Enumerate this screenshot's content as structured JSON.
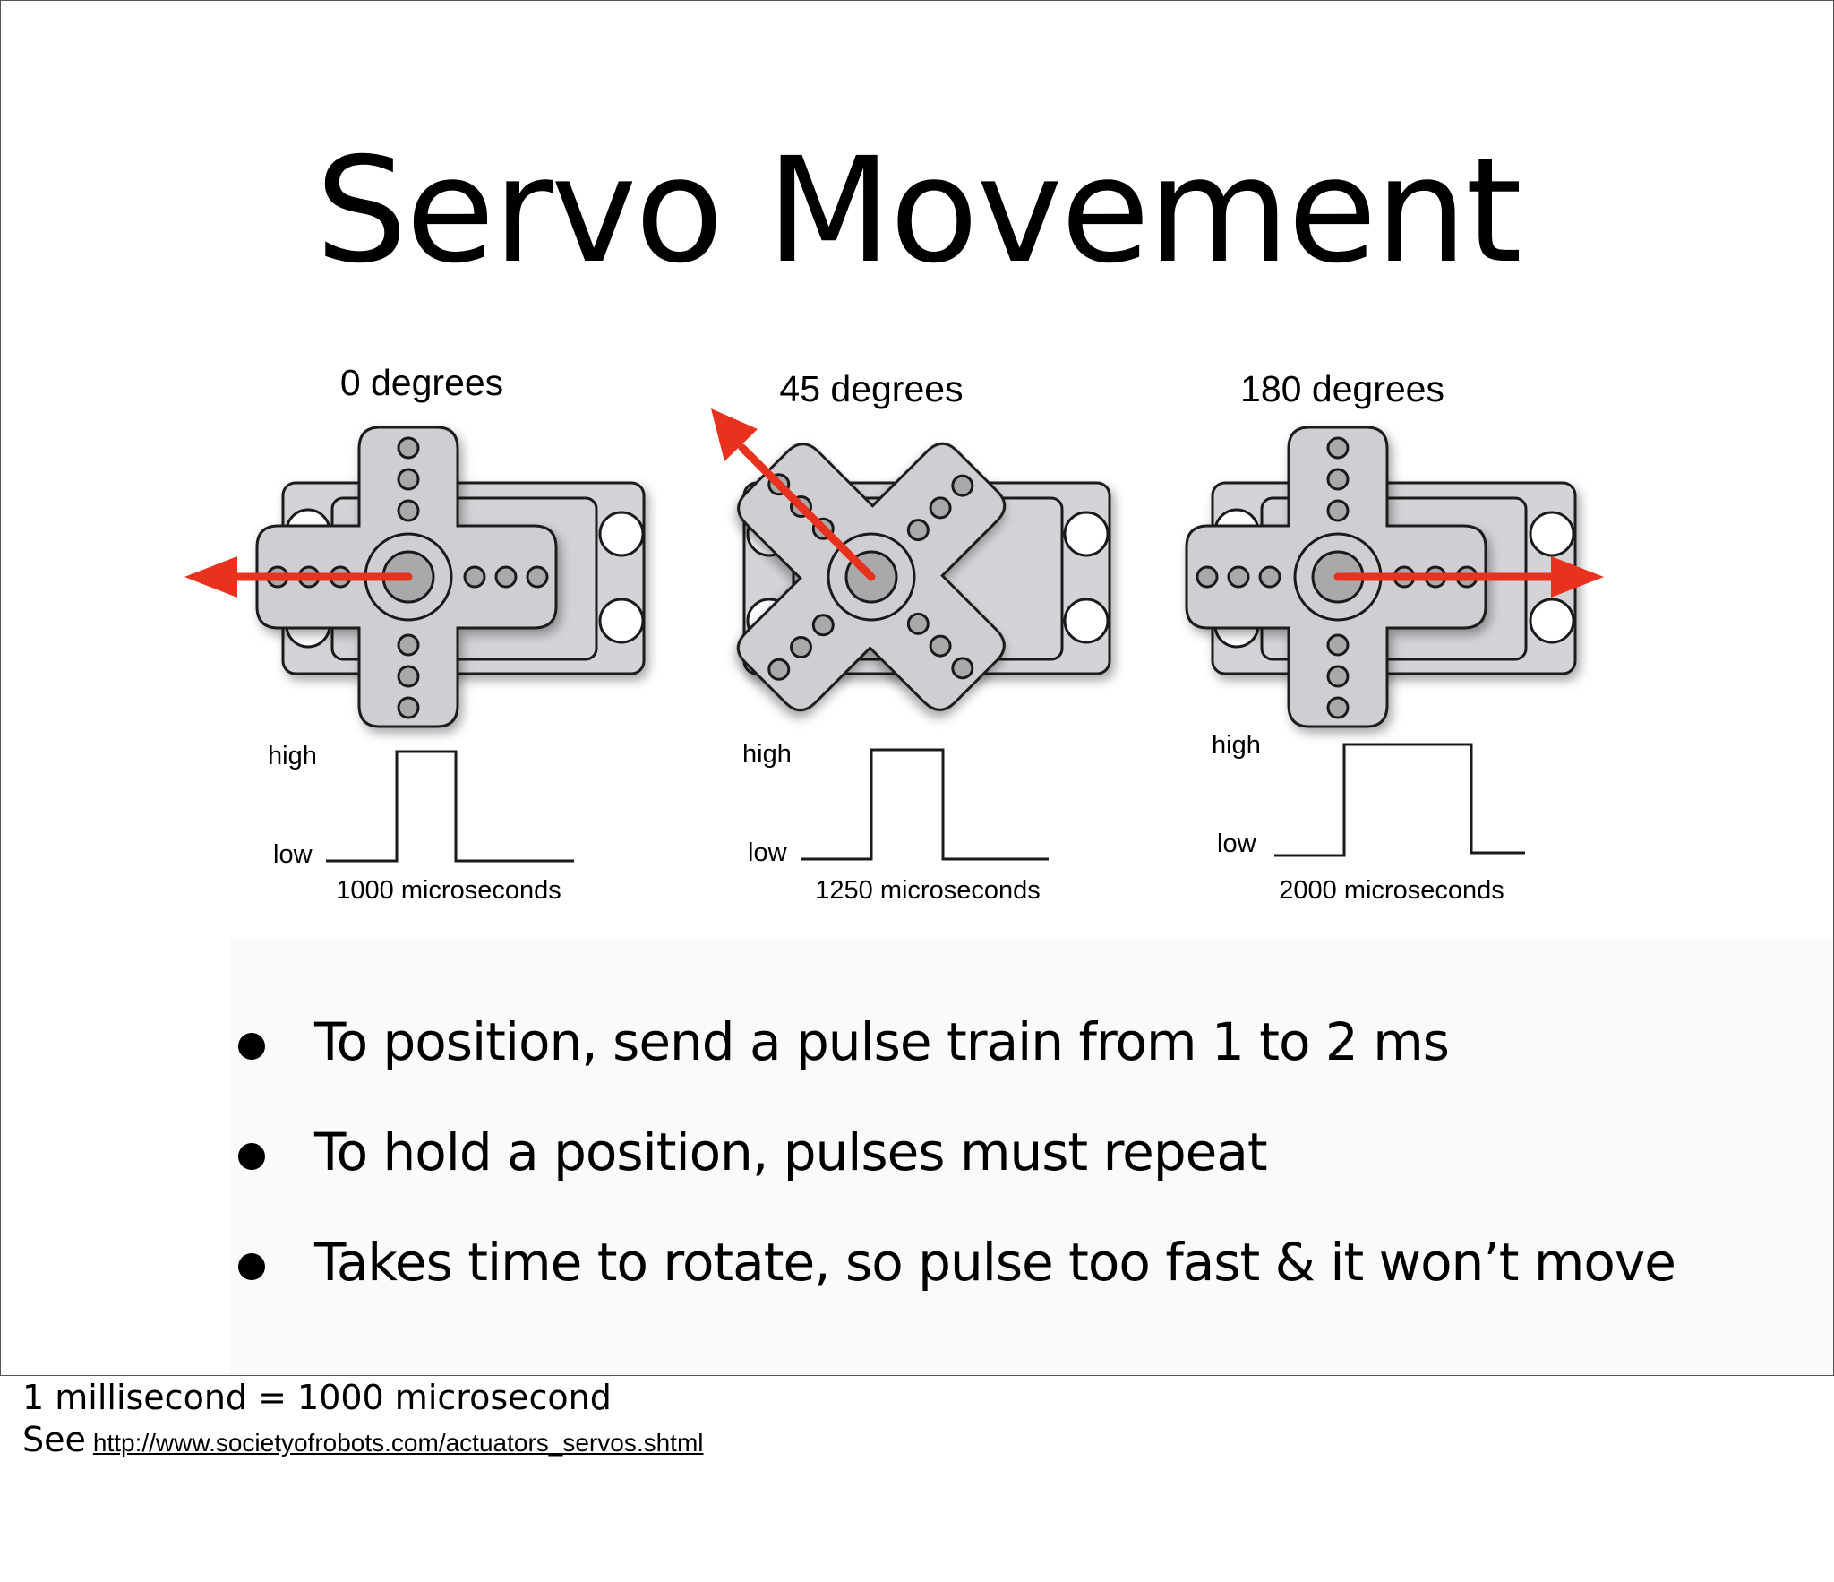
{
  "slide": {
    "title": "Servo Movement"
  },
  "servos": [
    {
      "angle_label": "0 degrees",
      "high_label": "high",
      "low_label": "low",
      "duration_label": "1000 microseconds",
      "rotation_deg": 0,
      "pointer": "left"
    },
    {
      "angle_label": "45 degrees",
      "high_label": "high",
      "low_label": "low",
      "duration_label": "1250 microseconds",
      "rotation_deg": 45,
      "pointer": "upper-left"
    },
    {
      "angle_label": "180 degrees",
      "high_label": "high",
      "low_label": "low",
      "duration_label": "2000 microseconds",
      "rotation_deg": 180,
      "pointer": "right"
    }
  ],
  "bullets": [
    "To position, send a pulse train from 1 to 2 ms",
    "To hold a position, pulses must repeat",
    "Takes time to rotate, so pulse too fast & it won’t move"
  ],
  "notes": {
    "conversion": "1 millisecond = 1000 microsecond",
    "see_label": "See",
    "link": "http://www.societyofrobots.com/actuators_servos.shtml"
  },
  "colors": {
    "arrow": "#e8321e",
    "body": "#d4d3d7",
    "horn": "#cfced2",
    "hub": "#a9a9ab",
    "outline": "#1a1a1a"
  }
}
